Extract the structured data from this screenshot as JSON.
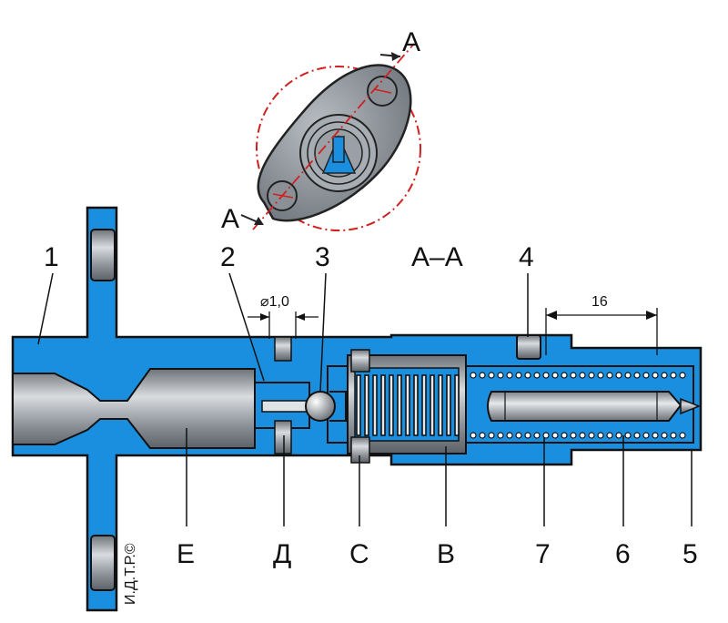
{
  "section_marker": "А",
  "section_title": "А–А",
  "dimensions": {
    "orifice": "⌀1,0",
    "length": "16"
  },
  "callouts": [
    "1",
    "2",
    "3",
    "4",
    "Е",
    "Д",
    "С",
    "В",
    "7",
    "6",
    "5"
  ],
  "signature": "И.Д.Т.Р.©",
  "colors": {
    "body": "#1a8fe0",
    "metal": "#9aa0a6",
    "outline": "#111111",
    "axis": "#d02020"
  }
}
